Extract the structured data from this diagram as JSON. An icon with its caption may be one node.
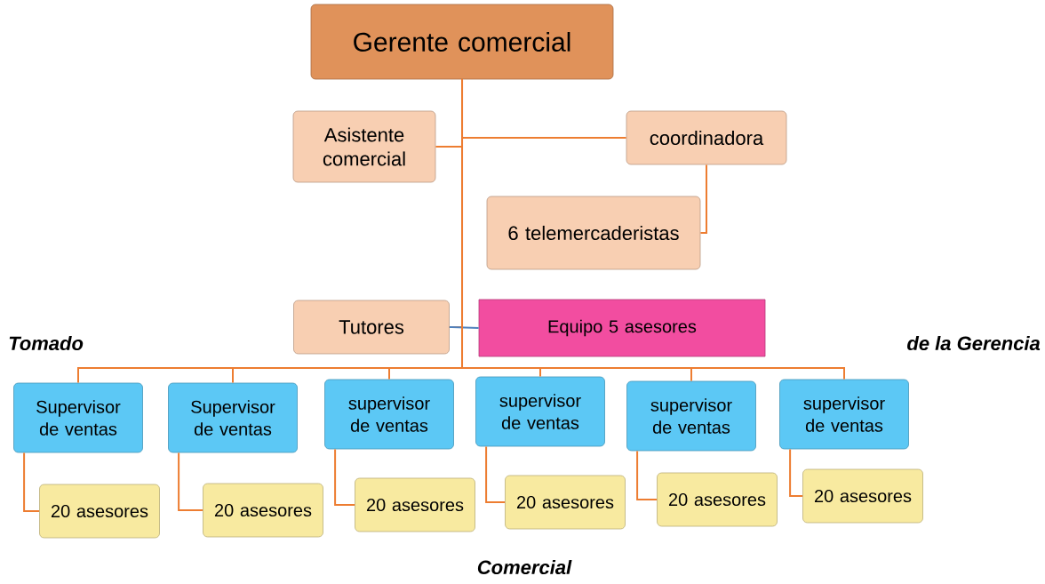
{
  "diagram": {
    "nodes": [
      {
        "text": [
          "Gerente comercial"
        ]
      },
      {
        "text": [
          "Asistente comercial"
        ]
      },
      {
        "text": [
          "coordinadora"
        ]
      },
      {
        "text": [
          "6 telemercaderistas"
        ]
      },
      {
        "text": [
          "Tutores"
        ]
      },
      {
        "text": [
          "Equipo 5 asesores"
        ]
      },
      {
        "text": [
          "Supervisor de ventas"
        ]
      },
      {
        "text": [
          "Supervisor de ventas"
        ]
      },
      {
        "text": [
          "supervisor de ventas"
        ]
      },
      {
        "text": [
          "supervisor de ventas"
        ]
      },
      {
        "text": [
          "supervisor de ventas"
        ]
      },
      {
        "text": [
          "supervisor de ventas"
        ]
      },
      {
        "text": [
          "20 asesores"
        ]
      },
      {
        "text": [
          "20 asesores"
        ]
      },
      {
        "text": [
          "20 asesores"
        ]
      },
      {
        "text": [
          "20 asesores"
        ]
      },
      {
        "text": [
          "20 asesores"
        ]
      },
      {
        "text": [
          "20 asesores"
        ]
      }
    ],
    "edges": [
      {
        "from": 0,
        "to": 1,
        "arrow": "none"
      },
      {
        "from": 0,
        "to": 2,
        "arrow": "none"
      },
      {
        "from": 2,
        "to": 3,
        "arrow": "none"
      },
      {
        "from": 0,
        "to": 4,
        "arrow": "none"
      },
      {
        "from": 4,
        "to": 5,
        "arrow": "none",
        "color": "#4f81bd"
      },
      {
        "from": 0,
        "to": 6,
        "arrow": "none"
      },
      {
        "from": 0,
        "to": 7,
        "arrow": "none"
      },
      {
        "from": 0,
        "to": 8,
        "arrow": "none"
      },
      {
        "from": 0,
        "to": 9,
        "arrow": "none"
      },
      {
        "from": 0,
        "to": 10,
        "arrow": "none"
      },
      {
        "from": 0,
        "to": 11,
        "arrow": "none"
      },
      {
        "from": 6,
        "to": 12,
        "arrow": "none"
      },
      {
        "from": 7,
        "to": 13,
        "arrow": "none"
      },
      {
        "from": 8,
        "to": 14,
        "arrow": "none"
      },
      {
        "from": 9,
        "to": 15,
        "arrow": "none"
      },
      {
        "from": 10,
        "to": 16,
        "arrow": "none"
      },
      {
        "from": 11,
        "to": 17,
        "arrow": "none"
      }
    ],
    "labels": [
      "Tomado",
      "de la Gerencia",
      "Comercial"
    ]
  }
}
